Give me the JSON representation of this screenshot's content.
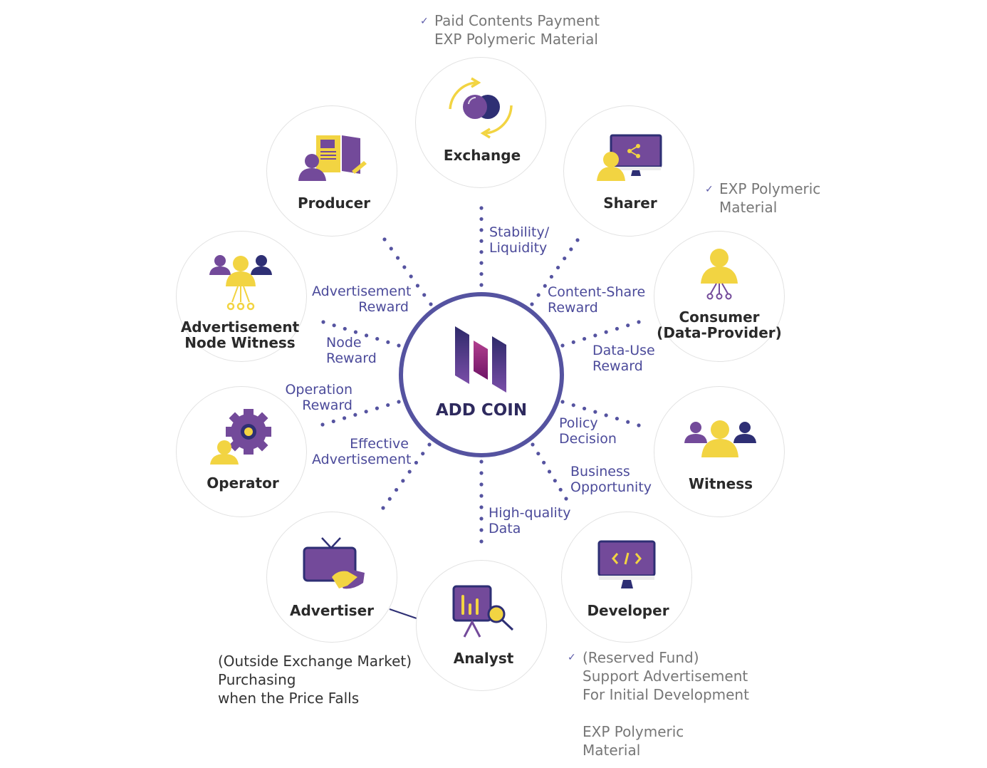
{
  "center": {
    "title": "ADD COIN",
    "logo": "add-coin-logo"
  },
  "colors": {
    "purple": "#734a9a",
    "navy": "#2e2f74",
    "yellow": "#f2d442",
    "ring": "#5553a0",
    "label": "#4b4a9a"
  },
  "nodes": [
    {
      "id": "exchange",
      "label": "Exchange",
      "icon": "exchange-coins-icon"
    },
    {
      "id": "sharer",
      "label": "Sharer",
      "icon": "share-monitor-icon"
    },
    {
      "id": "consumer",
      "label": "Consumer\n(Data-Provider)",
      "icon": "consumer-node-icon"
    },
    {
      "id": "witness",
      "label": "Witness",
      "icon": "witness-group-icon"
    },
    {
      "id": "developer",
      "label": "Developer",
      "icon": "code-monitor-icon"
    },
    {
      "id": "analyst",
      "label": "Analyst",
      "icon": "chart-magnifier-icon"
    },
    {
      "id": "advertiser",
      "label": "Advertiser",
      "icon": "tv-handshake-icon"
    },
    {
      "id": "operator",
      "label": "Operator",
      "icon": "gear-person-icon"
    },
    {
      "id": "ad-node-witness",
      "label": "Advertisement\nNode Witness",
      "icon": "witness-node-icon"
    },
    {
      "id": "producer",
      "label": "Producer",
      "icon": "book-pencil-icon"
    }
  ],
  "flows": [
    "Stability/\nLiquidity",
    "Content-Share\nReward",
    "Data-Use\nReward",
    "Policy\nDecision",
    "Business\nOpportunity",
    "High-quality\nData",
    "Effective\nAdvertisement",
    "Operation\nReward",
    "Node\nReward",
    "Advertisement\nReward"
  ],
  "notes": {
    "exchange": "Paid Contents Payment\nEXP Polymeric Material",
    "sharer": "EXP Polymeric\nMaterial",
    "developer": "(Reserved Fund)\nSupport Advertisement\nFor Initial Development\n\nEXP Polymeric\nMaterial",
    "advertiser": "(Outside Exchange Market)\nPurchasing\nwhen the Price Falls"
  }
}
